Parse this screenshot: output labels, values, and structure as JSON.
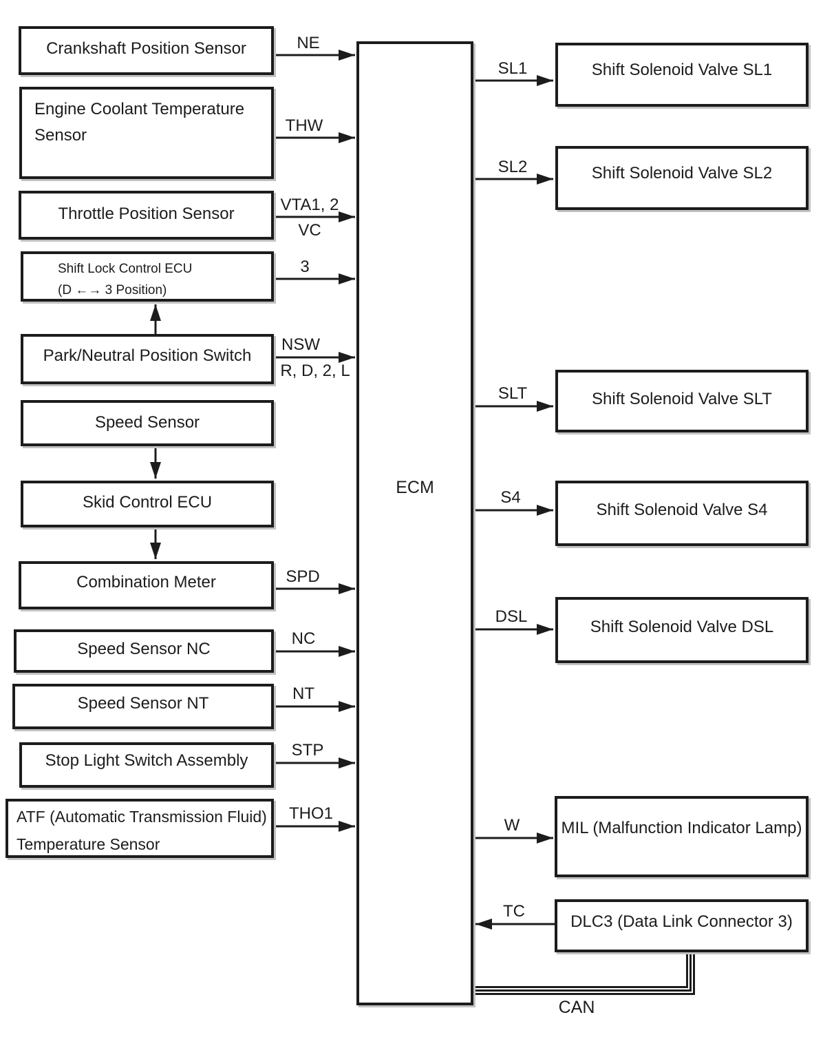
{
  "ecm": {
    "label": "ECM"
  },
  "inputs": [
    {
      "line1": "Crankshaft Position Sensor"
    },
    {
      "line1": "Engine Coolant Temperature",
      "line2": "Sensor"
    },
    {
      "line1": "Throttle Position Sensor"
    },
    {
      "line1": "Shift Lock Control ECU",
      "line2": "(D ←→ 3 Position)"
    },
    {
      "line1": "Park/Neutral Position Switch"
    },
    {
      "line1": "Speed Sensor"
    },
    {
      "line1": "Skid Control ECU"
    },
    {
      "line1": "Combination Meter"
    },
    {
      "line1": "Speed Sensor NC"
    },
    {
      "line1": "Speed Sensor NT"
    },
    {
      "line1": "Stop Light Switch Assembly"
    },
    {
      "line1": "ATF (Automatic Transmission Fluid)",
      "line2": "Temperature Sensor"
    }
  ],
  "input_signals": [
    {
      "label": "NE"
    },
    {
      "label": "THW"
    },
    {
      "label": "VTA1, 2",
      "sub": "VC"
    },
    {
      "label": "3"
    },
    {
      "label": "NSW",
      "sub": "R, D, 2, L"
    },
    {
      "label": "SPD"
    },
    {
      "label": "NC"
    },
    {
      "label": "NT"
    },
    {
      "label": "STP"
    },
    {
      "label": "THO1"
    }
  ],
  "outputs": [
    {
      "label": "Shift Solenoid Valve SL1",
      "signal": "SL1"
    },
    {
      "label": "Shift Solenoid Valve SL2",
      "signal": "SL2"
    },
    {
      "label": "Shift Solenoid Valve SLT",
      "signal": "SLT"
    },
    {
      "label": "Shift Solenoid Valve S4",
      "signal": "S4"
    },
    {
      "label": "Shift Solenoid Valve DSL",
      "signal": "DSL"
    },
    {
      "label": "MIL (Malfunction Indicator Lamp)",
      "signal": "W"
    },
    {
      "label": "DLC3 (Data Link Connector 3)",
      "signal": "TC",
      "direction": "to-ecm"
    }
  ],
  "bus": {
    "label": "CAN"
  },
  "colors": {
    "line": "#1c1c1c",
    "background": "#ffffff",
    "box_fill": "#ffffff"
  }
}
